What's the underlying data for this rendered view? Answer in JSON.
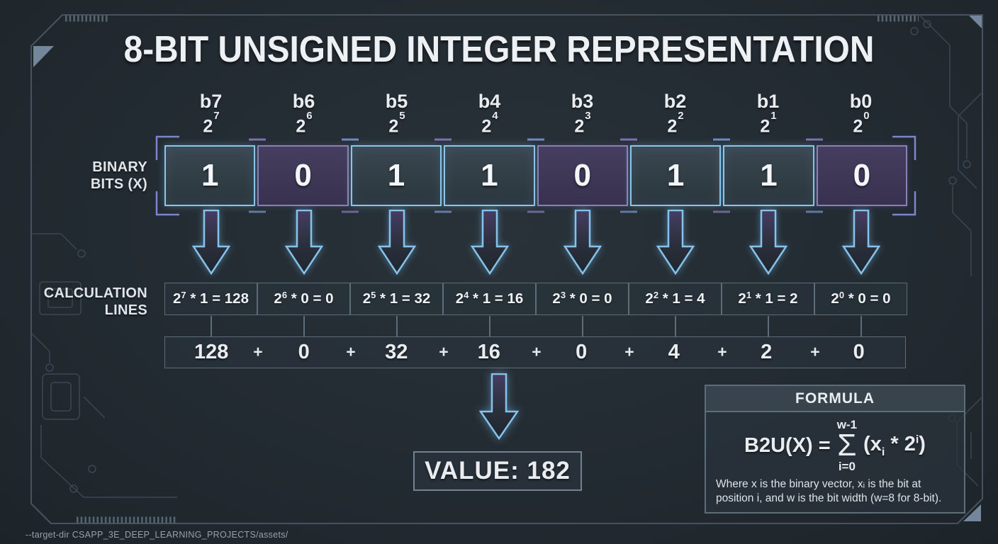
{
  "title": "8-BIT UNSIGNED INTEGER REPRESENTATION",
  "side_labels": {
    "binary_line1": "BINARY",
    "binary_line2": "BITS (X)",
    "calc_line1": "CALCULATION",
    "calc_line2": "LINES"
  },
  "columns": [
    {
      "name": "b7",
      "power_base": "2",
      "power_exp": "7",
      "bit": "1",
      "calc_rest": " * 1 = 128",
      "sum_term": "128"
    },
    {
      "name": "b6",
      "power_base": "2",
      "power_exp": "6",
      "bit": "0",
      "calc_rest": " * 0 = 0",
      "sum_term": "0"
    },
    {
      "name": "b5",
      "power_base": "2",
      "power_exp": "5",
      "bit": "1",
      "calc_rest": " * 1 = 32",
      "sum_term": "32"
    },
    {
      "name": "b4",
      "power_base": "2",
      "power_exp": "4",
      "bit": "1",
      "calc_rest": " * 1 = 16",
      "sum_term": "16"
    },
    {
      "name": "b3",
      "power_base": "2",
      "power_exp": "3",
      "bit": "0",
      "calc_rest": " * 0 = 0",
      "sum_term": "0"
    },
    {
      "name": "b2",
      "power_base": "2",
      "power_exp": "2",
      "bit": "1",
      "calc_rest": " * 1 = 4",
      "sum_term": "4"
    },
    {
      "name": "b1",
      "power_base": "2",
      "power_exp": "1",
      "bit": "1",
      "calc_rest": " * 1 = 2",
      "sum_term": "2"
    },
    {
      "name": "b0",
      "power_base": "2",
      "power_exp": "0",
      "bit": "0",
      "calc_rest": " * 0 = 0",
      "sum_term": "0"
    }
  ],
  "plus_sign": "+",
  "value_text": "VALUE: 182",
  "formula": {
    "header": "FORMULA",
    "lhs": "B2U(X) =",
    "upper": "w-1",
    "sigma": "Σ",
    "lower": "i=0",
    "rhs_open": "(x",
    "rhs_sub": "i",
    "rhs_mid": " * 2",
    "rhs_sup": "i",
    "rhs_close": ")",
    "note": "Where x is the binary vector, xᵢ is the bit at position i, and w is the bit width (w=8 for 8-bit)."
  },
  "footer_path": "--target-dir CSAPP_3E_DEEP_LEARNING_PROJECTS/assets/",
  "colors": {
    "accent-blue": "#8ac6ec",
    "accent-purple": "#8a80b8",
    "frame-line": "#46535f",
    "box-border": "#5c6c79",
    "background": "#232b32"
  }
}
